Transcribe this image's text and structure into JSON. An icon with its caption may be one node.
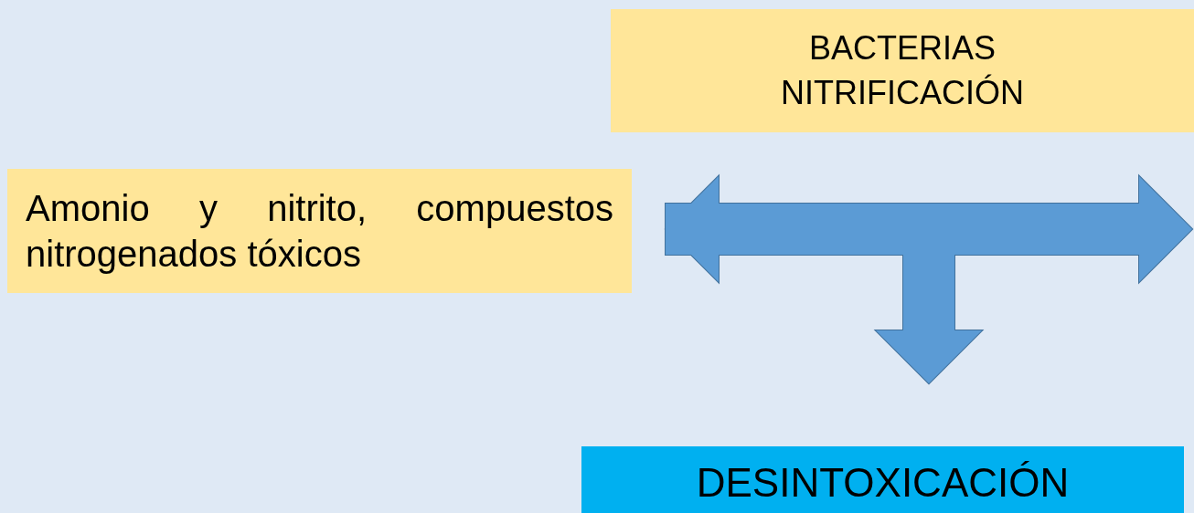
{
  "diagram": {
    "nodes": [
      {
        "text": [
          "BACTERIAS NITRIFICACIÓN"
        ]
      },
      {
        "text": [
          "Amonio y nitrito, compuestos nitrogenados tóxicos"
        ]
      },
      {
        "text": [
          "DESINTOXICACIÓN"
        ]
      }
    ],
    "edges": [
      {
        "from": 1,
        "to": null,
        "arrow": "both",
        "style": "thick"
      },
      {
        "from": 1,
        "to": 2,
        "arrow": "to",
        "style": "thick"
      }
    ]
  }
}
